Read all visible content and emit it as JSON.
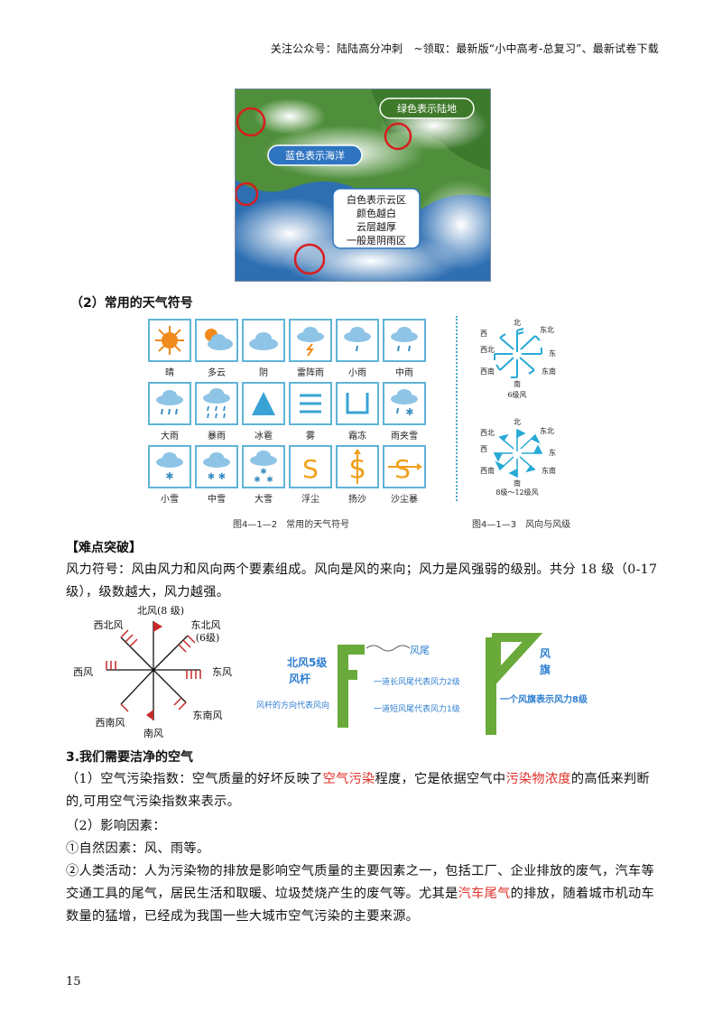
{
  "header": {
    "text": "关注公众号：陆陆高分冲刺　~领取：最新版“小中高考-总复习”、最新试卷下载"
  },
  "satellite": {
    "labels": {
      "land": "绿色表示陆地",
      "ocean": "蓝色表示海洋",
      "cloud_1": "白色表示云区",
      "cloud_2": "颜色越白",
      "cloud_3": "云层越厚",
      "cloud_4": "一般是阴雨区"
    }
  },
  "section2_title": "（2）常用的天气符号",
  "symbols": [
    {
      "label": "晴",
      "icon": "sun-icon"
    },
    {
      "label": "多云",
      "icon": "partly-cloudy-icon"
    },
    {
      "label": "阴",
      "icon": "overcast-icon"
    },
    {
      "label": "雷阵雨",
      "icon": "thunderstorm-icon"
    },
    {
      "label": "小雨",
      "icon": "light-rain-icon"
    },
    {
      "label": "中雨",
      "icon": "moderate-rain-icon"
    },
    {
      "label": "大雨",
      "icon": "heavy-rain-icon"
    },
    {
      "label": "暴雨",
      "icon": "rainstorm-icon"
    },
    {
      "label": "冰雹",
      "icon": "hail-icon"
    },
    {
      "label": "雾",
      "icon": "fog-icon"
    },
    {
      "label": "霜冻",
      "icon": "frost-icon"
    },
    {
      "label": "雨夹雪",
      "icon": "sleet-icon"
    },
    {
      "label": "小雪",
      "icon": "light-snow-icon"
    },
    {
      "label": "中雪",
      "icon": "moderate-snow-icon"
    },
    {
      "label": "大雪",
      "icon": "heavy-snow-icon"
    },
    {
      "label": "浮尘",
      "icon": "floating-dust-icon"
    },
    {
      "label": "扬沙",
      "icon": "blowing-sand-icon"
    },
    {
      "label": "沙尘暴",
      "icon": "sandstorm-icon"
    }
  ],
  "wind_small": {
    "north": "北",
    "northeast": "东北",
    "east": "东",
    "southeast": "东南",
    "south": "南",
    "southwest": "西南",
    "west": "西",
    "northwest": "西北",
    "caption_a": "6级风",
    "caption_b": "8级～12级风"
  },
  "fig_captions": {
    "left": "图4—1—2　常用的天气符号",
    "right": "图4—1—3　风向与风级"
  },
  "difficulty": {
    "title": "【难点突破】",
    "text": "风力符号：风由风力和风向两个要素组成。风向是风的来向；风力是风强弱的级别。共分 18 级（0-17 级），级数越大，风力越强。"
  },
  "wind_rose": {
    "north": "北风(8 级)",
    "northeast_1": "东北风",
    "northeast_2": "(6级)",
    "east": "东风",
    "southeast": "东南风",
    "south": "南风",
    "southwest": "西南风",
    "west": "西风",
    "northwest": "西北风"
  },
  "wind_flag": {
    "n5": "北风5级",
    "pole": "风杆",
    "tail": "风尾",
    "dir": "风杆的方向代表风向",
    "long": "一道长风尾代表风力2级",
    "short": "一道短风尾代表风力1级",
    "flag_1": "风",
    "flag_2": "旗",
    "flag_desc": "一个风旗表示风力8级"
  },
  "section3": {
    "title": "3.我们需要洁净的空气",
    "p1_a": "（1）空气污染指数：空气质量的好坏反映了",
    "p1_r1": "空气污染",
    "p1_b": "程度，它是依据空气中",
    "p1_r2": "污染物浓度",
    "p1_c": "的高低来判断的,可用空气污染指数来表示。",
    "p2": "（2）影响因素：",
    "p3": "①自然因素：风、雨等。",
    "p4_a": "②人类活动：人为污染物的排放是影响空气质量的主要因素之一，包括工厂、企业排放的废气，汽车等交通工具的尾气，居民生活和取暖、垃圾焚烧产生的废气等。尤其是",
    "p4_r": "汽车尾气",
    "p4_b": "的排放，随着城市机动车数量的猛增，已经成为我国一些大城市空气污染的主要来源。"
  },
  "page_number": "15",
  "colors": {
    "accent_blue": "#5fb4d8",
    "red": "#e0302a",
    "green": "#6aaa3a",
    "sun": "#f08a1c"
  }
}
